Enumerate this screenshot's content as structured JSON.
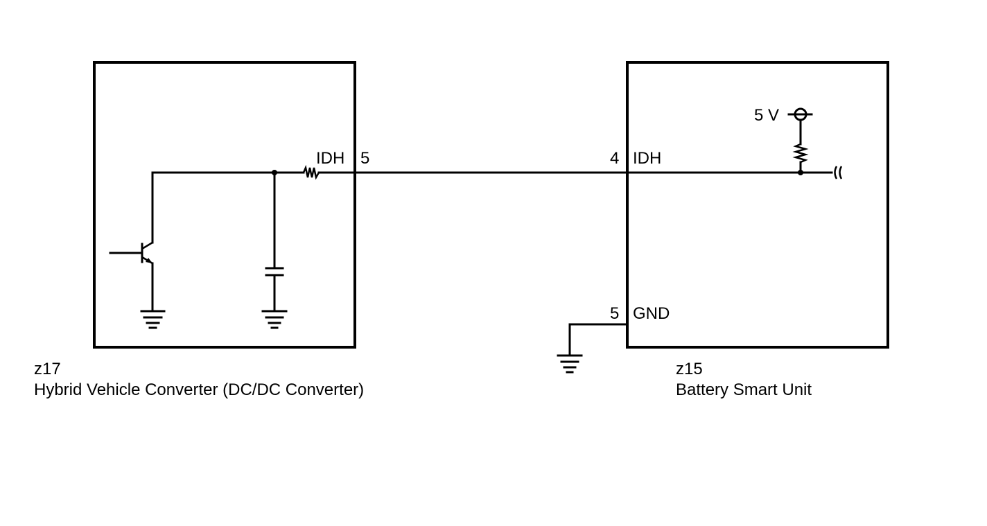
{
  "left_unit": {
    "code": "z17",
    "name": "Hybrid Vehicle Converter (DC/DC Converter)",
    "terminal_pin": "5",
    "terminal_signal": "IDH"
  },
  "right_unit": {
    "code": "z15",
    "name": "Battery Smart Unit",
    "supply_label": "5 V",
    "terminals": [
      {
        "pin": "4",
        "signal": "IDH"
      },
      {
        "pin": "5",
        "signal": "GND"
      }
    ]
  }
}
